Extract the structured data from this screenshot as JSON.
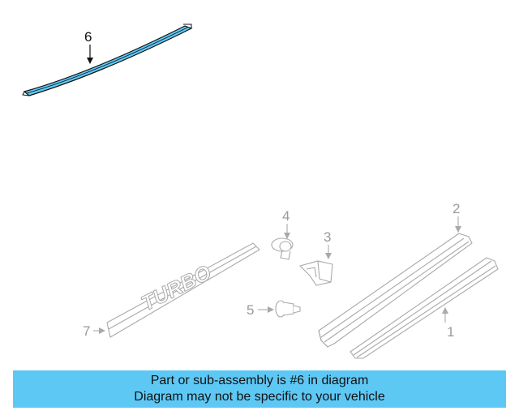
{
  "diagram": {
    "callouts": {
      "c1": "1",
      "c2": "2",
      "c3": "3",
      "c4": "4",
      "c5": "5",
      "c6": "6",
      "c7": "7"
    },
    "emblem_text": "TURBO",
    "highlight_color": "#5ec8f5"
  },
  "banner": {
    "line1": "Part or sub-assembly is #6 in diagram",
    "line2": "Diagram may not be specific to your vehicle",
    "background": "#5ec8f5"
  }
}
